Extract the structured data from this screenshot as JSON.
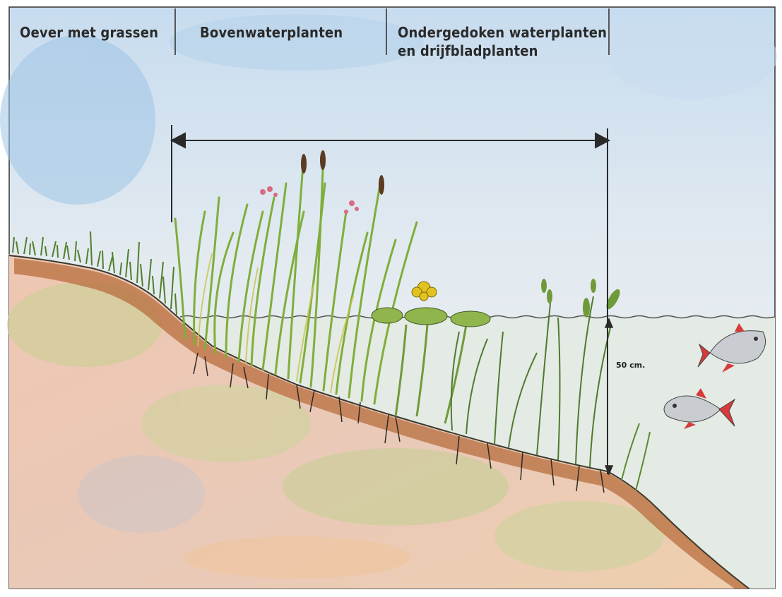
{
  "zones": [
    {
      "label": "Oever met grassen"
    },
    {
      "label": "Bovenwaterplanten"
    },
    {
      "label": "Ondergedoken waterplanten\nen drijfbladplanten"
    }
  ],
  "depth": {
    "label": "50 cm."
  },
  "colors": {
    "sky_top": "#bcd6ec",
    "sky_bottom": "#ecefef",
    "water": "#e6ebe6",
    "soil_pink": "#efc8b4",
    "soil_green": "#c8cf96",
    "soil_brown": "#b66a3c",
    "plant_green": "#6f9a3a",
    "fish": "#c9cdd2",
    "fin_red": "#d83a3a",
    "lily_yellow": "#e2c21e"
  }
}
